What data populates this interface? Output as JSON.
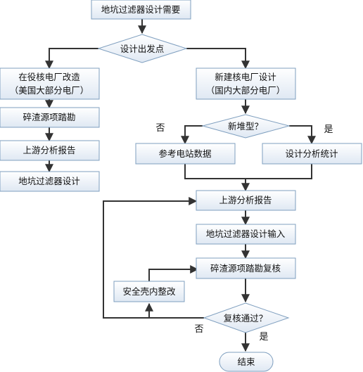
{
  "diagram": {
    "nodes": {
      "start": {
        "lines": [
          "地坑过滤器设计需要"
        ]
      },
      "origin": {
        "lines": [
          "设计出发点"
        ]
      },
      "retrofit": {
        "lines": [
          "在役核电厂改造",
          "（美国大部分电厂）"
        ]
      },
      "debris_left": {
        "lines": [
          "碎渣源项踏勘"
        ]
      },
      "upstream_left": {
        "lines": [
          "上游分析报告"
        ]
      },
      "design_left": {
        "lines": [
          "地坑过滤器设计"
        ]
      },
      "newbuild": {
        "lines": [
          "新建核电厂设计",
          "（国内大部分电厂）"
        ]
      },
      "new_reactor": {
        "lines": [
          "新堆型？"
        ]
      },
      "ref_plant": {
        "lines": [
          "参考电站数据"
        ]
      },
      "design_stats": {
        "lines": [
          "设计分析统计"
        ]
      },
      "upstream_main": {
        "lines": [
          "上游分析报告"
        ]
      },
      "design_input": {
        "lines": [
          "地坑过滤器设计输入"
        ]
      },
      "debris_review": {
        "lines": [
          "碎渣源项踏勘复核"
        ]
      },
      "rectify": {
        "lines": [
          "安全壳内整改"
        ]
      },
      "review_pass": {
        "lines": [
          "复核通过？"
        ]
      },
      "end": {
        "lines": [
          "结束"
        ]
      }
    },
    "edge_labels": {
      "new_no": "否",
      "new_yes": "是",
      "review_no": "否",
      "review_yes": "是"
    }
  },
  "colors": {
    "box_fill_top": "#ffffff",
    "box_fill_bottom": "#dfe8f3",
    "box_border": "#7f9fbf",
    "edge": "#333333",
    "text": "#111111"
  }
}
